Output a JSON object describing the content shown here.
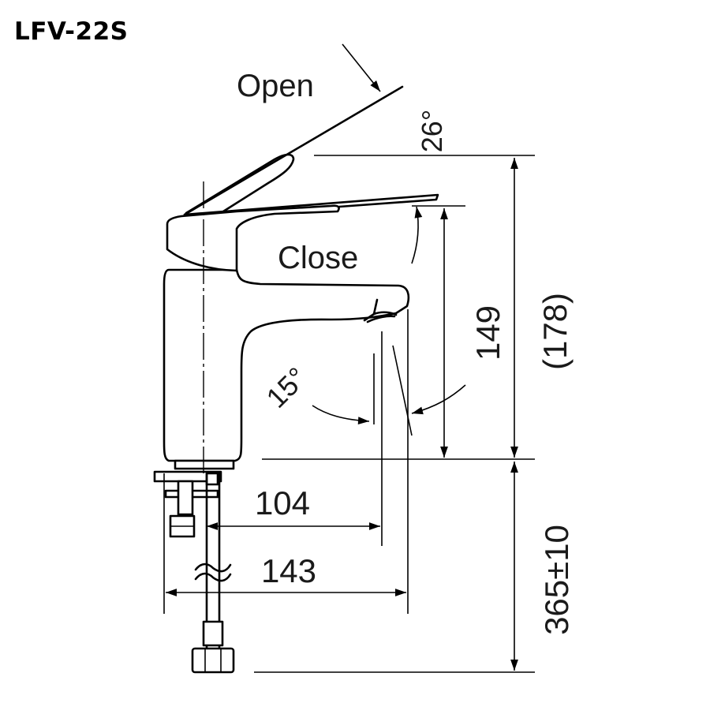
{
  "title": "LFV-22S",
  "labels": {
    "open": "Open",
    "close": "Close"
  },
  "angles": {
    "open_angle": "26°",
    "spout_angle": "15°"
  },
  "dimensions": {
    "spout_height": "149",
    "total_height": "(178)",
    "spout_reach": "104",
    "total_depth": "143",
    "hose_length": "365±10"
  }
}
